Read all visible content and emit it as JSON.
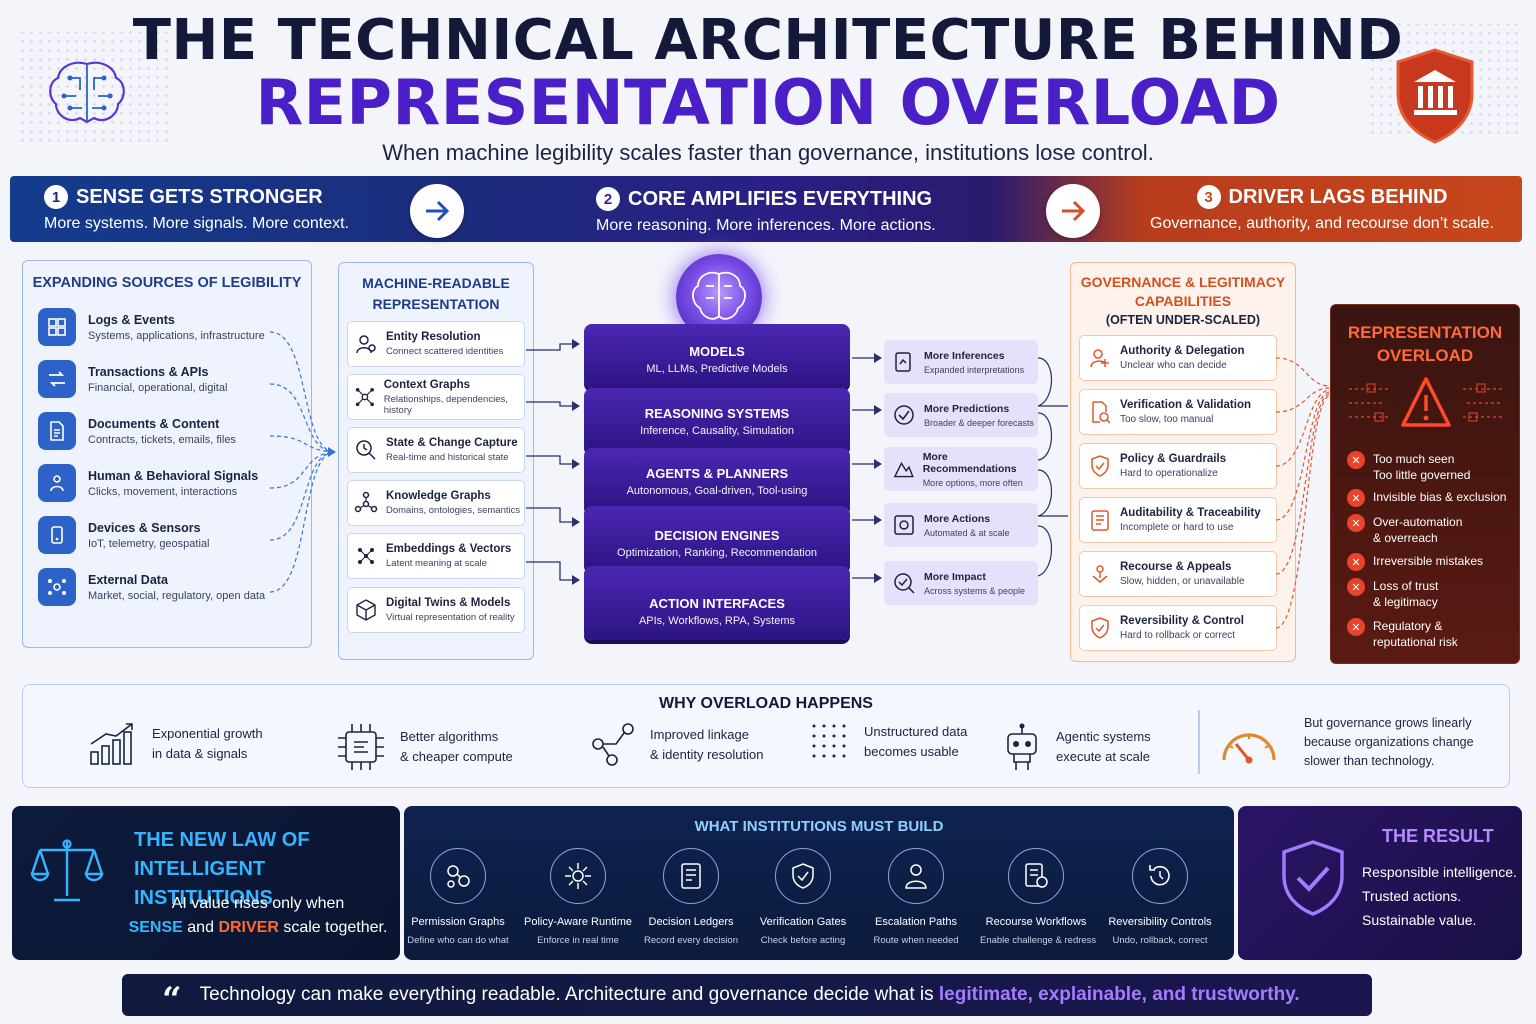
{
  "title_line1": "THE TECHNICAL ARCHITECTURE BEHIND",
  "title_line2": "REPRESENTATION OVERLOAD",
  "subtitle": "When machine legibility scales faster than governance, institutions lose control.",
  "banner": [
    {
      "num": "1",
      "title": "SENSE GETS STRONGER",
      "sub": "More systems. More signals. More context."
    },
    {
      "num": "2",
      "title": "CORE AMPLIFIES EVERYTHING",
      "sub": "More reasoning. More inferences. More actions."
    },
    {
      "num": "3",
      "title": "DRIVER LAGS BEHIND",
      "sub": "Governance, authority, and recourse don’t scale."
    }
  ],
  "sources": {
    "heading": "EXPANDING SOURCES OF LEGIBILITY",
    "items": [
      {
        "title": "Logs & Events",
        "sub": "Systems, applications, infrastructure",
        "icon": "logs-icon"
      },
      {
        "title": "Transactions & APIs",
        "sub": "Financial, operational, digital",
        "icon": "transactions-icon"
      },
      {
        "title": "Documents & Content",
        "sub": "Contracts, tickets, emails, files",
        "icon": "document-icon"
      },
      {
        "title": "Human & Behavioral Signals",
        "sub": "Clicks, movement, interactions",
        "icon": "human-signal-icon"
      },
      {
        "title": "Devices & Sensors",
        "sub": "IoT, telemetry, geospatial",
        "icon": "device-icon"
      },
      {
        "title": "External Data",
        "sub": "Market, social, regulatory, open data",
        "icon": "network-icon"
      }
    ]
  },
  "machine": {
    "heading1": "MACHINE-READABLE",
    "heading2": "REPRESENTATION",
    "items": [
      {
        "title": "Entity Resolution",
        "sub": "Connect scattered identities",
        "icon": "entity-icon"
      },
      {
        "title": "Context Graphs",
        "sub": "Relationships, dependencies, history",
        "icon": "graph-icon"
      },
      {
        "title": "State & Change Capture",
        "sub": "Real-time and historical state",
        "icon": "state-icon"
      },
      {
        "title": "Knowledge Graphs",
        "sub": "Domains, ontologies, semantics",
        "icon": "knowledge-graph-icon"
      },
      {
        "title": "Embeddings & Vectors",
        "sub": "Latent meaning at scale",
        "icon": "embedding-icon"
      },
      {
        "title": "Digital Twins & Models",
        "sub": "Virtual representation of reality",
        "icon": "twin-icon"
      }
    ]
  },
  "stack": [
    {
      "title": "MODELS",
      "sub": "ML, LLMs, Predictive Models"
    },
    {
      "title": "REASONING SYSTEMS",
      "sub": "Inference, Causality, Simulation"
    },
    {
      "title": "AGENTS & PLANNERS",
      "sub": "Autonomous, Goal-driven, Tool-using"
    },
    {
      "title": "DECISION ENGINES",
      "sub": "Optimization, Ranking, Recommendation"
    },
    {
      "title": "ACTION INTERFACES",
      "sub": "APIs, Workflows, RPA, Systems"
    }
  ],
  "outputs": [
    {
      "title": "More Inferences",
      "sub": "Expanded interpretations",
      "icon": "inference-icon"
    },
    {
      "title": "More Predictions",
      "sub": "Broader & deeper forecasts",
      "icon": "check-icon"
    },
    {
      "title": "More Recommendations",
      "sub": "More options, more often",
      "icon": "recommend-icon"
    },
    {
      "title": "More Actions",
      "sub": "Automated & at scale",
      "icon": "action-icon"
    },
    {
      "title": "More Impact",
      "sub": "Across systems & people",
      "icon": "impact-icon"
    }
  ],
  "governance": {
    "heading1": "GOVERNANCE & LEGITIMACY",
    "heading2": "CAPABILITIES",
    "heading3": "(OFTEN UNDER-SCALED)",
    "items": [
      {
        "title": "Authority & Delegation",
        "sub": "Unclear who can decide",
        "icon": "authority-icon"
      },
      {
        "title": "Verification & Validation",
        "sub": "Too slow, too manual",
        "icon": "verify-icon"
      },
      {
        "title": "Policy & Guardrails",
        "sub": "Hard to operationalize",
        "icon": "policy-icon"
      },
      {
        "title": "Auditability & Traceability",
        "sub": "Incomplete or hard to use",
        "icon": "audit-icon"
      },
      {
        "title": "Recourse & Appeals",
        "sub": "Slow, hidden, or unavailable",
        "icon": "recourse-icon"
      },
      {
        "title": "Reversibility & Control",
        "sub": "Hard to rollback or correct",
        "icon": "reversibility-icon"
      }
    ]
  },
  "overload": {
    "heading1": "REPRESENTATION",
    "heading2": "OVERLOAD",
    "items": [
      {
        "line1": "Too much seen",
        "line2": "Too little governed"
      },
      {
        "line1": "Invisible bias & exclusion",
        "line2": ""
      },
      {
        "line1": "Over-automation",
        "line2": "& overreach"
      },
      {
        "line1": "Irreversible mistakes",
        "line2": ""
      },
      {
        "line1": "Loss of trust",
        "line2": "& legitimacy"
      },
      {
        "line1": "Regulatory &",
        "line2": "reputational risk"
      }
    ]
  },
  "why": {
    "heading": "WHY OVERLOAD HAPPENS",
    "items": [
      {
        "line1": "Exponential growth",
        "line2": "in data & signals",
        "icon": "growth-chart-icon"
      },
      {
        "line1": "Better algorithms",
        "line2": "& cheaper compute",
        "icon": "chip-icon"
      },
      {
        "line1": "Improved linkage",
        "line2": "& identity resolution",
        "icon": "linkage-icon"
      },
      {
        "line1": "Unstructured data",
        "line2": "becomes usable",
        "icon": "dot-grid-icon"
      },
      {
        "line1": "Agentic systems",
        "line2": "execute at scale",
        "icon": "robot-icon"
      }
    ],
    "last_line1": "But governance grows linearly",
    "last_line2": "because organizations change",
    "last_line3": "slower than technology."
  },
  "law": {
    "heading1": "THE NEW LAW OF",
    "heading2": "INTELLIGENT INSTITUTIONS",
    "text1": "AI value rises only when",
    "sense": "SENSE",
    "and": "and",
    "driver": "DRIVER",
    "tail": "scale together."
  },
  "build": {
    "heading": "WHAT INSTITUTIONS MUST BUILD",
    "items": [
      {
        "title": "Permission Graphs",
        "sub": "Define who can do what",
        "icon": "permission-graph-icon"
      },
      {
        "title": "Policy-Aware Runtime",
        "sub": "Enforce in real time",
        "icon": "runtime-icon"
      },
      {
        "title": "Decision Ledgers",
        "sub": "Record every decision",
        "icon": "ledger-icon"
      },
      {
        "title": "Verification Gates",
        "sub": "Check before acting",
        "icon": "shield-check-icon"
      },
      {
        "title": "Escalation Paths",
        "sub": "Route when needed",
        "icon": "escalation-icon"
      },
      {
        "title": "Recourse Workflows",
        "sub": "Enable challenge & redress",
        "icon": "workflow-icon"
      },
      {
        "title": "Reversibility Controls",
        "sub": "Undo, rollback, correct",
        "icon": "undo-icon"
      }
    ]
  },
  "result": {
    "heading": "THE RESULT",
    "lines": [
      "Responsible intelligence.",
      "Trusted actions.",
      "Sustainable value."
    ]
  },
  "quote": {
    "mark": "“",
    "text": "Technology can make everything readable. Architecture and governance decide what is",
    "highlight": "legitimate, explainable, and trustworthy."
  },
  "colors": {
    "navy": "#14193a",
    "purple": "#4a1fc8",
    "orange": "#e0582a",
    "blue": "#2d63c8"
  }
}
